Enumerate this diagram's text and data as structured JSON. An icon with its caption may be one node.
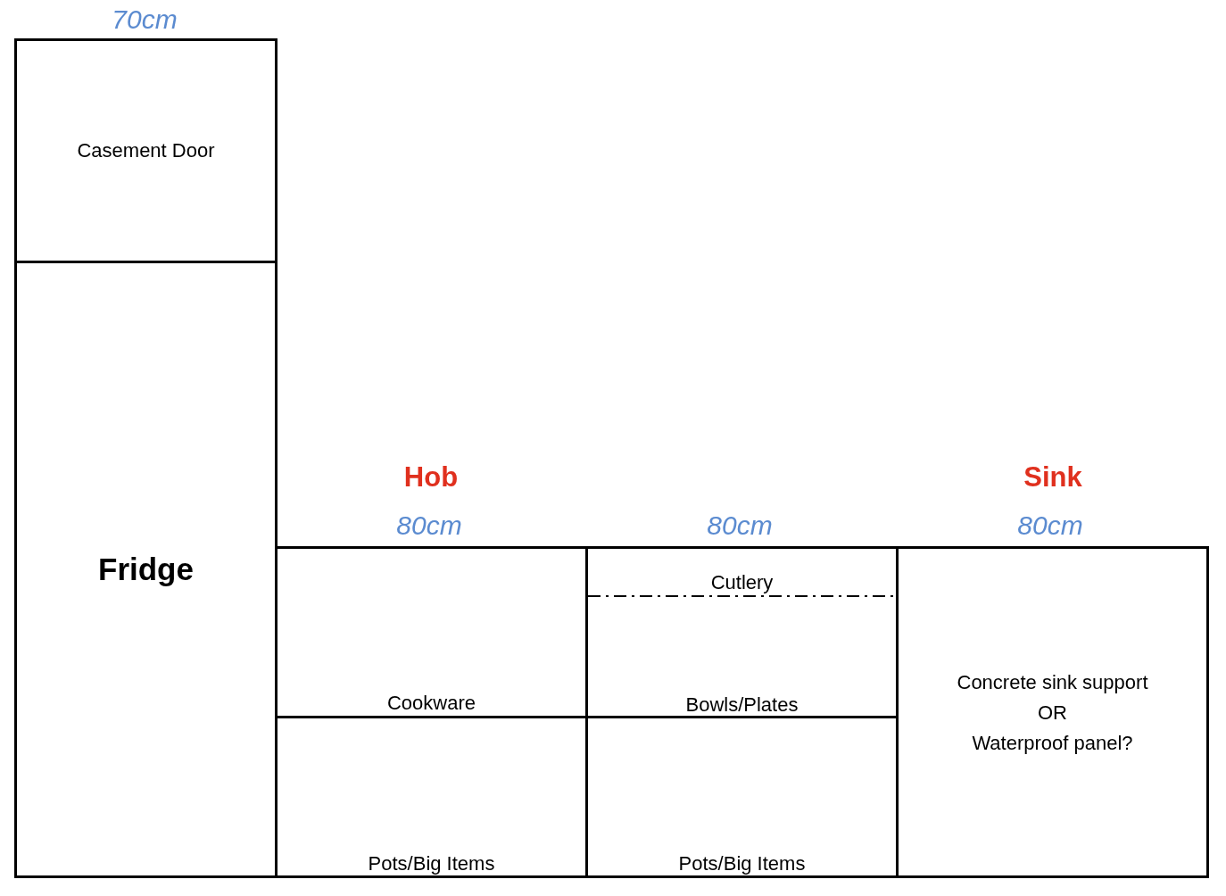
{
  "diagram": {
    "nodes": [
      {
        "text": [
          "Casement Door"
        ]
      },
      {
        "text": [
          "Fridge"
        ]
      },
      {
        "text": [
          "Cookware"
        ]
      },
      {
        "text": [
          "Pots/Big Items"
        ]
      },
      {
        "text": [
          "Cutlery",
          "Bowls/Plates"
        ]
      },
      {
        "text": [
          "Pots/Big Items"
        ]
      },
      {
        "text": [
          "Concrete sink support",
          "OR",
          "Waterproof panel?"
        ]
      }
    ],
    "labels": [
      "70cm",
      "Hob",
      "Sink",
      "80cm",
      "80cm",
      "80cm"
    ]
  }
}
